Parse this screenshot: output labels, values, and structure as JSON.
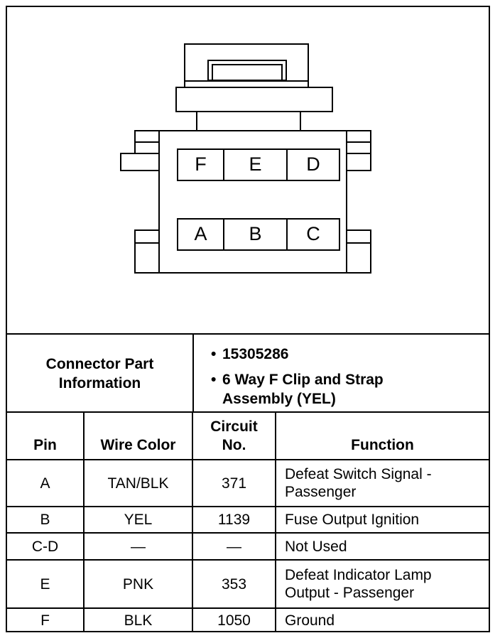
{
  "connector": {
    "pins_top": [
      "F",
      "E",
      "D"
    ],
    "pins_bottom": [
      "A",
      "B",
      "C"
    ]
  },
  "part_info": {
    "label_line1": "Connector Part",
    "label_line2": "Information",
    "bullet1": "15305286",
    "bullet2_line1": "6 Way F Clip and Strap",
    "bullet2_line2": "Assembly (YEL)"
  },
  "table": {
    "headers": {
      "pin": "Pin",
      "wire_color": "Wire Color",
      "circuit_line1": "Circuit",
      "circuit_line2": "No.",
      "function": "Function"
    },
    "rows": [
      {
        "pin": "A",
        "wire_color": "TAN/BLK",
        "circuit": "371",
        "function_line1": "Defeat Switch Signal -",
        "function_line2": "Passenger"
      },
      {
        "pin": "B",
        "wire_color": "YEL",
        "circuit": "1139",
        "function_line1": "Fuse Output Ignition",
        "function_line2": ""
      },
      {
        "pin": "C-D",
        "wire_color": "—",
        "circuit": "—",
        "function_line1": "Not Used",
        "function_line2": ""
      },
      {
        "pin": "E",
        "wire_color": "PNK",
        "circuit": "353",
        "function_line1": "Defeat Indicator Lamp",
        "function_line2": "Output - Passenger"
      },
      {
        "pin": "F",
        "wire_color": "BLK",
        "circuit": "1050",
        "function_line1": "Ground",
        "function_line2": ""
      }
    ]
  }
}
